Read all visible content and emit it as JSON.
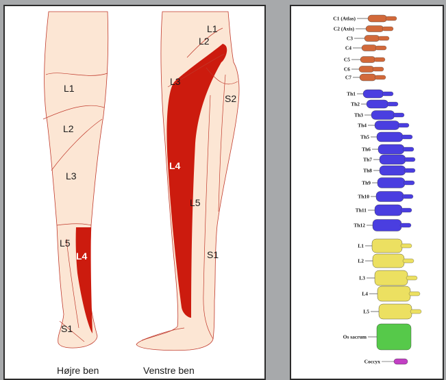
{
  "colors": {
    "skin": "#fce6d4",
    "dermatome_line": "#c0392b",
    "highlight": "#cc1b0e",
    "cervical": "#d2693a",
    "thoracic": "#4a3ee0",
    "lumbar": "#ece061",
    "sacrum": "#56c94a",
    "coccyx": "#c23fc4"
  },
  "legs": {
    "right_leg": {
      "caption": "Højre ben",
      "labels": [
        "L1",
        "L2",
        "L3",
        "L5",
        "L4",
        "S1"
      ],
      "highlighted": "L4"
    },
    "left_leg": {
      "caption": "Venstre ben",
      "labels": [
        "L1",
        "L2",
        "L3",
        "S2",
        "L4",
        "L5",
        "S1"
      ],
      "highlighted": "L4"
    }
  },
  "spine": {
    "vertebrae": [
      "C1 (Atlas)",
      "C2 (Axis)",
      "C3",
      "C4",
      "C5",
      "C6",
      "C7",
      "Th1",
      "Th2",
      "Th3",
      "Th4",
      "Th5",
      "Th6",
      "Th7",
      "Th8",
      "Th9",
      "Th10",
      "Th11",
      "Th12",
      "L1",
      "L2",
      "L3",
      "L4",
      "L5",
      "Os sacrum",
      "Coccyx"
    ]
  }
}
